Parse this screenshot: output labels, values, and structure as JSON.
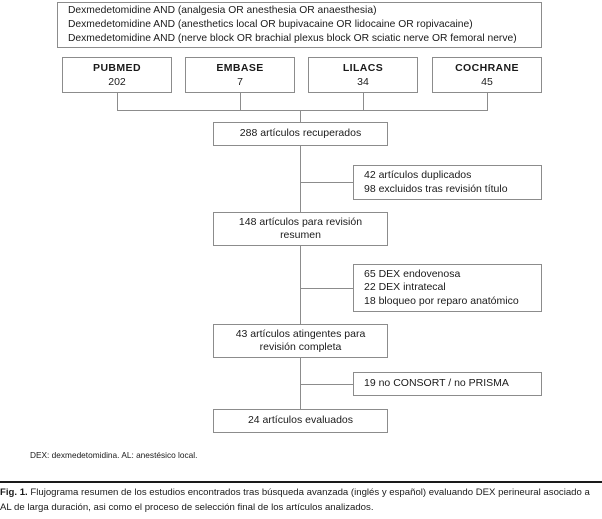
{
  "figure": {
    "query_block": {
      "lines": [
        "Dexmedetomidine AND (analgesia OR anesthesia OR anaesthesia)",
        "Dexmedetomidine AND (anesthetics local OR bupivacaine OR lidocaine OR ropivacaine)",
        "Dexmedetomidine AND (nerve block OR brachial plexus block OR sciatic nerve OR femoral nerve)"
      ]
    },
    "databases": [
      {
        "name": "PUBMED",
        "count": "202"
      },
      {
        "name": "EMBASE",
        "count": "7"
      },
      {
        "name": "LILACS",
        "count": "34"
      },
      {
        "name": "COCHRANE",
        "count": "45"
      }
    ],
    "stages": [
      {
        "id": "retrieved",
        "lines": [
          "288 artículos recuperados"
        ]
      },
      {
        "id": "abstract-review",
        "lines": [
          "148 artículos para revisión",
          "resumen"
        ]
      },
      {
        "id": "full-review",
        "lines": [
          "43 artículos atingentes para",
          "revisión completa"
        ]
      },
      {
        "id": "evaluated",
        "lines": [
          "24 artículos evaluados"
        ]
      }
    ],
    "exclusions": [
      {
        "id": "exclusion-1",
        "lines": [
          "42 artículos duplicados",
          "98 excluidos tras revisión título"
        ]
      },
      {
        "id": "exclusion-2",
        "lines": [
          "65 DEX endovenosa",
          "22 DEX intratecal",
          "18 bloqueo por reparo anatómico"
        ]
      },
      {
        "id": "exclusion-3",
        "lines": [
          "19 no CONSORT / no PRISMA"
        ]
      }
    ],
    "footnote": "DEX: dexmedetomidina. AL: anestésico local.",
    "caption": {
      "label": "Fig. 1.",
      "text": "Flujograma resumen de los estudios encontrados tras búsqueda avanzada (inglés y español) evaluando DEX perineural asociado a AL de larga duración, asi como el proceso de selección final de los artículos analizados."
    },
    "colors": {
      "border": "#8c8c8c",
      "text": "#1a1a1a",
      "background": "#ffffff"
    }
  }
}
